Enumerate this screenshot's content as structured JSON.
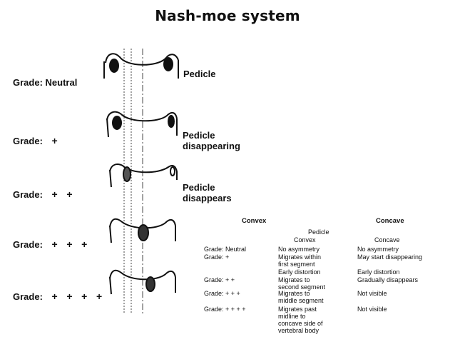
{
  "title": "Nash-moe system",
  "grades": [
    {
      "label": "Grade:",
      "level": "Neutral",
      "plus": []
    },
    {
      "label": "Grade:",
      "level": "",
      "plus": [
        "+"
      ]
    },
    {
      "label": "Grade:",
      "level": "",
      "plus": [
        "+",
        "+"
      ]
    },
    {
      "label": "Grade:",
      "level": "",
      "plus": [
        "+",
        "+",
        "+"
      ]
    },
    {
      "label": "Grade:",
      "level": "",
      "plus": [
        "+",
        "+",
        "+",
        "+"
      ]
    }
  ],
  "vertebra_labels": [
    [
      "Pedicle"
    ],
    [
      "Pedicle",
      "disappearing"
    ],
    [
      "Pedicle",
      "disappears"
    ]
  ],
  "table": {
    "convex_header": "Convex",
    "concave_header": "Concave",
    "pedicle_header": "Pedicle",
    "convex_sub": "Convex",
    "concave_sub": "Concave",
    "rows": [
      {
        "grade": "Grade:  Neutral",
        "convex": [
          "No asymmetry"
        ],
        "concave": [
          "No asymmetry"
        ]
      },
      {
        "grade": "Grade:  +",
        "convex": [
          "Migrates within",
          "first segment"
        ],
        "concave": [
          "May start disappearing"
        ]
      },
      {
        "grade": "",
        "convex": [
          "Early distortion"
        ],
        "concave": [
          "Early distortion"
        ]
      },
      {
        "grade": "Grade:  +  +",
        "convex": [
          "Migrates to",
          "second segment"
        ],
        "concave": [
          "Gradually disappears"
        ]
      },
      {
        "grade": "Grade:  +  +  +",
        "convex": [
          "Migrates to",
          "middle segment"
        ],
        "concave": [
          "Not visible"
        ]
      },
      {
        "grade": "Grade:  +  +  +  +",
        "convex": [
          "Migrates past",
          "midline to",
          "concave side of",
          "vertebral body"
        ],
        "concave": [
          "Not visible"
        ]
      }
    ]
  }
}
